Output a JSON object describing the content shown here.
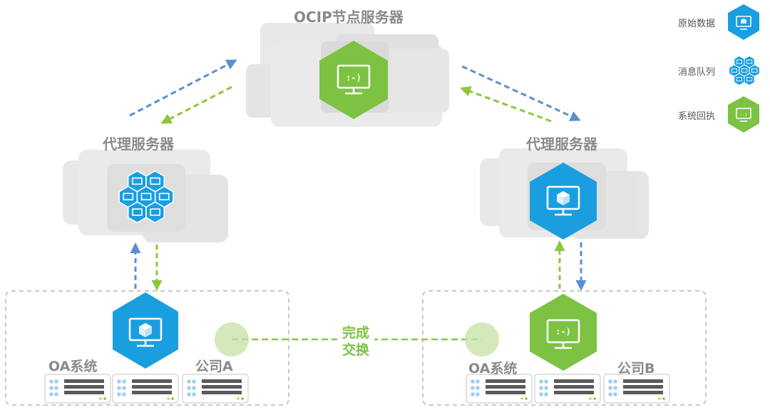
{
  "top_server": {
    "title": "OCIP节点服务器",
    "face": ":-)"
  },
  "proxy_left": {
    "title": "代理服务器"
  },
  "proxy_right": {
    "title": "代理服务器"
  },
  "company_a": {
    "system": "OA系统",
    "name": "公司A"
  },
  "company_b": {
    "system": "OA系统",
    "name": "公司B"
  },
  "exchange": {
    "line1": "完成",
    "line2": "交换"
  },
  "legend": {
    "raw_data": "原始数据",
    "message_queue": "消息队列",
    "receipt": "系统回执"
  },
  "colors": {
    "blue": "#1a9ee0",
    "green": "#7dc243",
    "arrow_blue": "#5a8fd0",
    "arrow_green": "#8cc63f",
    "cloud": "#d3d3d3",
    "label_gray": "#8a8a8a"
  },
  "icons": {
    "raw_data": "hex-monitor-cube-icon",
    "message_queue": "hex-cluster-icon",
    "receipt": "hex-monitor-smiley-icon"
  }
}
